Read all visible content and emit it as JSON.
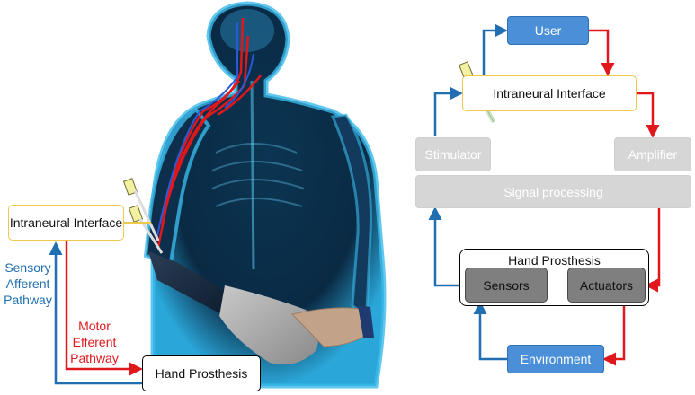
{
  "left_diagram": {
    "interface_label": "Intraneural Interface",
    "prosthesis_label": "Hand Prosthesis",
    "sensory_label": "Sensory Afferent Pathway",
    "motor_label": "Motor Efferent Pathway"
  },
  "right_diagram": {
    "user": "User",
    "interface": "Intraneural Interface",
    "stimulator": "Stimulator",
    "amplifier": "Amplifier",
    "signal_processing": "Signal processing",
    "hand_prosthesis": "Hand Prosthesis",
    "sensors": "Sensors",
    "actuators": "Actuators",
    "environment": "Environment"
  },
  "colors": {
    "afferent_blue": "#1f6fb2",
    "efferent_red": "#e0181b",
    "box_blue": "#4a8fd8",
    "interface_border": "#f0c84a",
    "block_grey": "#d6d6d6",
    "block_dark": "#7f7f7f"
  }
}
